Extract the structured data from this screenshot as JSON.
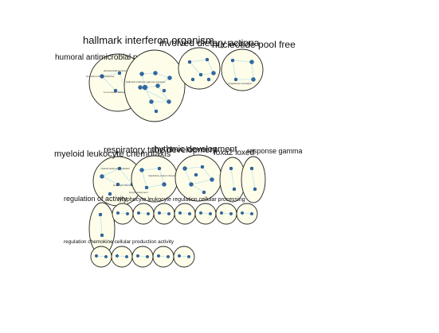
{
  "colors": {
    "cluster_fill": "#fdfde9",
    "cluster_stroke": "#222222",
    "node": "#2e6aa8",
    "edge": "#bfe2e6"
  },
  "clusters": [
    {
      "id": "hallmark",
      "label": "hallmark interferon organism",
      "nodes": [
        "Hallmark interferon gamma response",
        "",
        "",
        "",
        "",
        "",
        "",
        "",
        "",
        ""
      ]
    },
    {
      "id": "humoral",
      "label": "humoral antimicrobial peptides",
      "nodes": [
        "antimicrobial humoral response",
        "humoral immune response",
        "",
        "",
        "",
        "",
        "in a mucosal fashion",
        ""
      ]
    },
    {
      "id": "involved",
      "label": "involved dietary actiona",
      "nodes": [
        "",
        "",
        "",
        "",
        "",
        ""
      ]
    },
    {
      "id": "nucleotide",
      "label": "nucleotide pool free",
      "nodes": [
        "",
        "",
        "",
        "cytoplasmic translation"
      ]
    },
    {
      "id": "myeloid",
      "label": "myeloid leukocyte chemotaxis",
      "nodes": [
        "myeloid leukocyte migration",
        "leukocyte chemotaxis",
        ""
      ]
    },
    {
      "id": "respiratory",
      "label": "respiratory tube development",
      "nodes": [
        "lung development",
        "respiratory system development",
        ""
      ]
    },
    {
      "id": "rhythmic",
      "label": "rhythmic development",
      "nodes": [
        "",
        "",
        "",
        "",
        "",
        ""
      ]
    },
    {
      "id": "foxa2",
      "label": "foxa2 loxed",
      "nodes": [
        "",
        ""
      ]
    },
    {
      "id": "response",
      "label": "response gamma",
      "nodes": [
        "",
        ""
      ]
    },
    {
      "id": "regulation-activity",
      "label": "regulation of activity",
      "nodes": [
        "",
        ""
      ]
    },
    {
      "id": "regulation-chemokine",
      "label": "regulation chemokine",
      "nodes": []
    }
  ],
  "row_labels": {
    "row1": "lymphocyte leukocyte regulation cellular processing",
    "row2": "regulation chemokine cellular production activity"
  }
}
